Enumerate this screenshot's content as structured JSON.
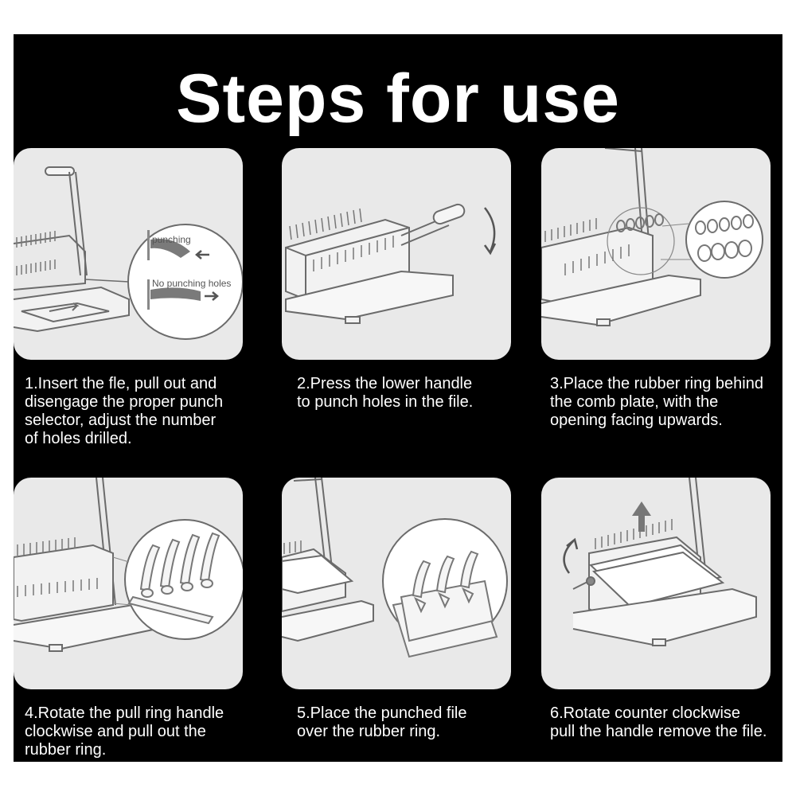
{
  "title": "Steps for use",
  "steps": [
    {
      "caption": "1.Insert the fle, pull out and\ndisengage the proper punch\nselector, adjust the number\nof holes drilled.",
      "label_a": "punching",
      "label_b": "No punching holes"
    },
    {
      "caption": "2.Press the lower handle\nto punch holes in the file."
    },
    {
      "caption": "3.Place the rubber ring behind\nthe comb plate, with the\nopening facing upwards."
    },
    {
      "caption": "4.Rotate the pull ring handle\nclockwise and pull out the\nrubber ring."
    },
    {
      "caption": "5.Place the punched file\nover the rubber ring."
    },
    {
      "caption": "6.Rotate counter clockwise\npull the handle remove the file."
    }
  ],
  "colors": {
    "background": "#000000",
    "card": "#e9e9e9",
    "text": "#ffffff",
    "line": "#6b6b6b"
  }
}
